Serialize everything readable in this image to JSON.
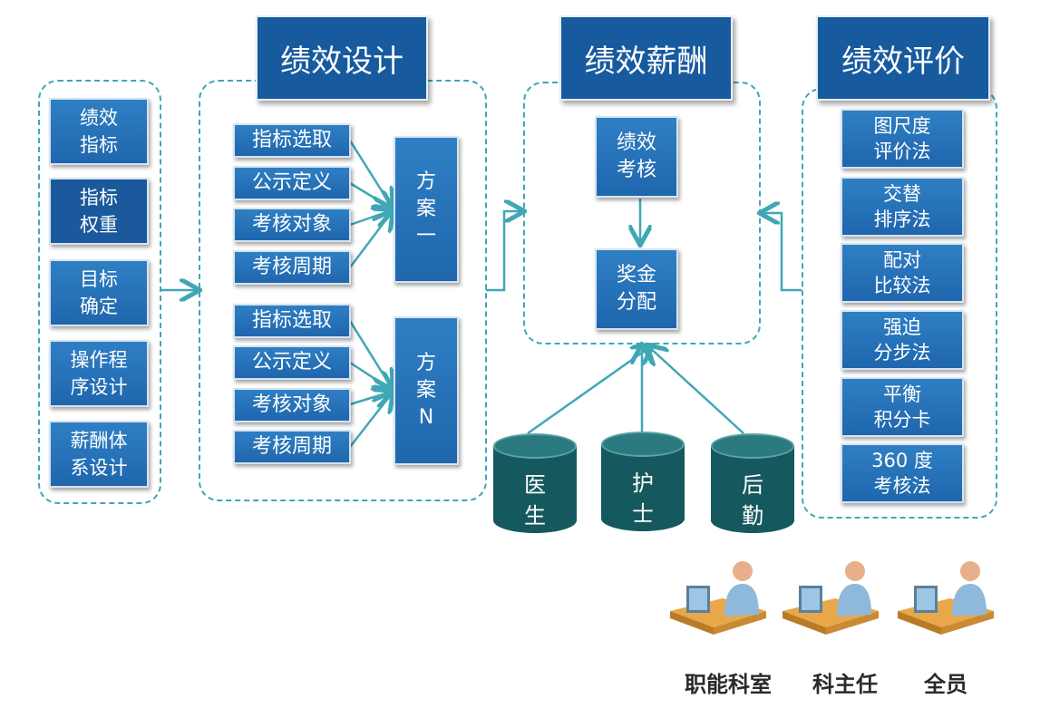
{
  "left_column": [
    "绩效\n指标",
    "指标\n权重",
    "目标\n确定",
    "操作程\n序设计",
    "薪酬体\n系设计"
  ],
  "design": {
    "title": "绩效设计",
    "group_a_items": [
      "指标选取",
      "公示定义",
      "考核对象",
      "考核周期"
    ],
    "group_a_plan": "方\n案\n一",
    "group_b_items": [
      "指标选取",
      "公示定义",
      "考核对象",
      "考核周期"
    ],
    "group_b_plan": "方\n案\nN"
  },
  "salary": {
    "title": "绩效薪酬",
    "assessment": "绩效\n考核",
    "bonus": "奖金\n分配"
  },
  "evaluation": {
    "title": "绩效评价",
    "methods": [
      "图尺度\n评价法",
      "交替\n排序法",
      "配对\n比较法",
      "强迫\n分步法",
      "平衡\n积分卡",
      "360 度\n考核法"
    ]
  },
  "staff": [
    "医\n生",
    "护\n士",
    "后\n勤"
  ],
  "roles": [
    "职能科室",
    "科主任",
    "全员"
  ],
  "colors": {
    "box_blue": "#1f66ad",
    "title_blue": "#175a9e",
    "dash_teal": "#3fa7b5",
    "cylinder": "#15595e"
  }
}
